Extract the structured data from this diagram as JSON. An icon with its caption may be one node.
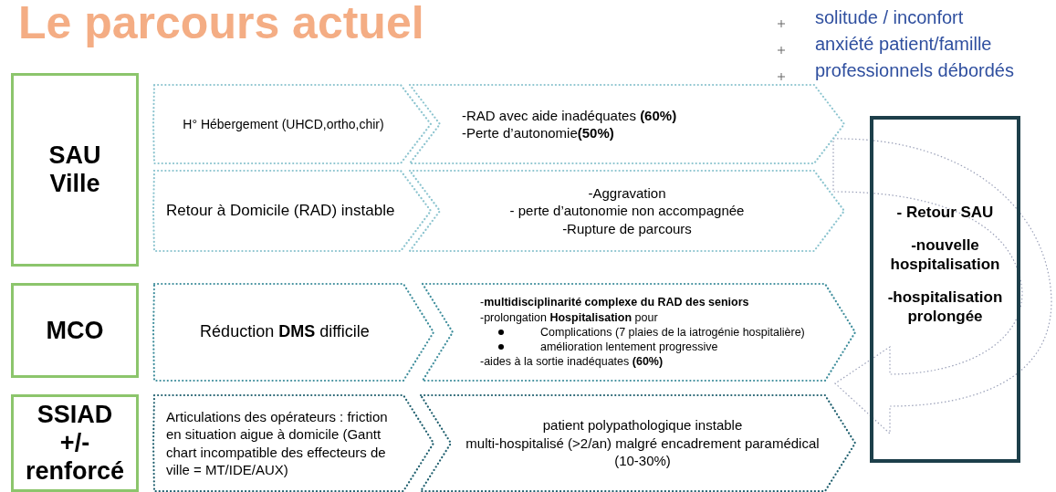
{
  "diagram": {
    "title": "Le parcours actuel",
    "nodes": [
      {
        "text": [
          "SAU Ville"
        ]
      },
      {
        "text": [
          "H° Hébergement (UHCD,ortho,chir)"
        ]
      },
      {
        "text": [
          "-RAD avec aide inadéquates **(60%)**",
          "-Perte d’autonomie**(50%)**"
        ]
      },
      {
        "text": [
          "Retour à Domicile (RAD) instable"
        ]
      },
      {
        "text": [
          "-Aggravation",
          "- perte d’autonomie non accompagnée",
          "-Rupture de parcours"
        ]
      },
      {
        "text": [
          "MCO"
        ]
      },
      {
        "text": [
          "Réduction **DMS** difficile"
        ]
      },
      {
        "text": [
          "-**multidisciplinarité complexe du RAD des seniors**",
          "-prolongation **Hospitalisation** pour",
          "Complications (7 plaies de la iatrogénie hospitalière)",
          "amélioration lentement progressive",
          "-aides à la sortie inadéquates **(60%)**"
        ]
      },
      {
        "text": [
          "SSIAD +/- renforcé"
        ]
      },
      {
        "text": [
          "Articulations des opérateurs : friction en situation aigue à domicile (Gantt chart incompatible des effecteurs de ville = MT/IDE/AUX)"
        ]
      },
      {
        "text": [
          "patient polypathologique instable",
          "multi-hospitalisé (>2/an) malgré encadrement paramédical (10-30%)"
        ]
      },
      {
        "text": [
          "- Retour SAU",
          "-nouvelle hospitalisation",
          "-hospitalisation prolongée"
        ]
      }
    ],
    "labels": [
      "solitude / inconfort",
      "anxiété patient/famille",
      "professionnels débordés"
    ]
  }
}
